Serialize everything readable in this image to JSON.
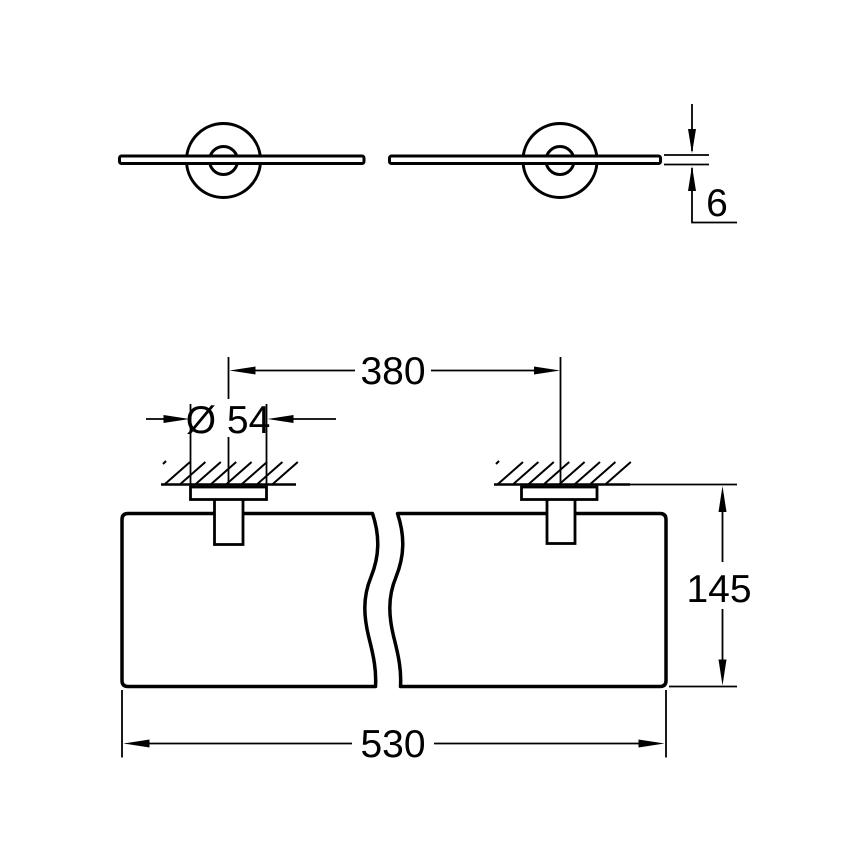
{
  "colors": {
    "line": "#000000",
    "background": "#ffffff"
  },
  "drawing": {
    "kind": "technical-dimension-drawing",
    "dimensions": {
      "glass_thickness": {
        "label": "6",
        "value": 6
      },
      "fixing_centres": {
        "label": "380",
        "value": 380
      },
      "rosette_diameter": {
        "label": "Ø 54",
        "value": 54
      },
      "overall_depth": {
        "label": "145",
        "value": 145
      },
      "overall_width": {
        "label": "530",
        "value": 530
      }
    }
  }
}
